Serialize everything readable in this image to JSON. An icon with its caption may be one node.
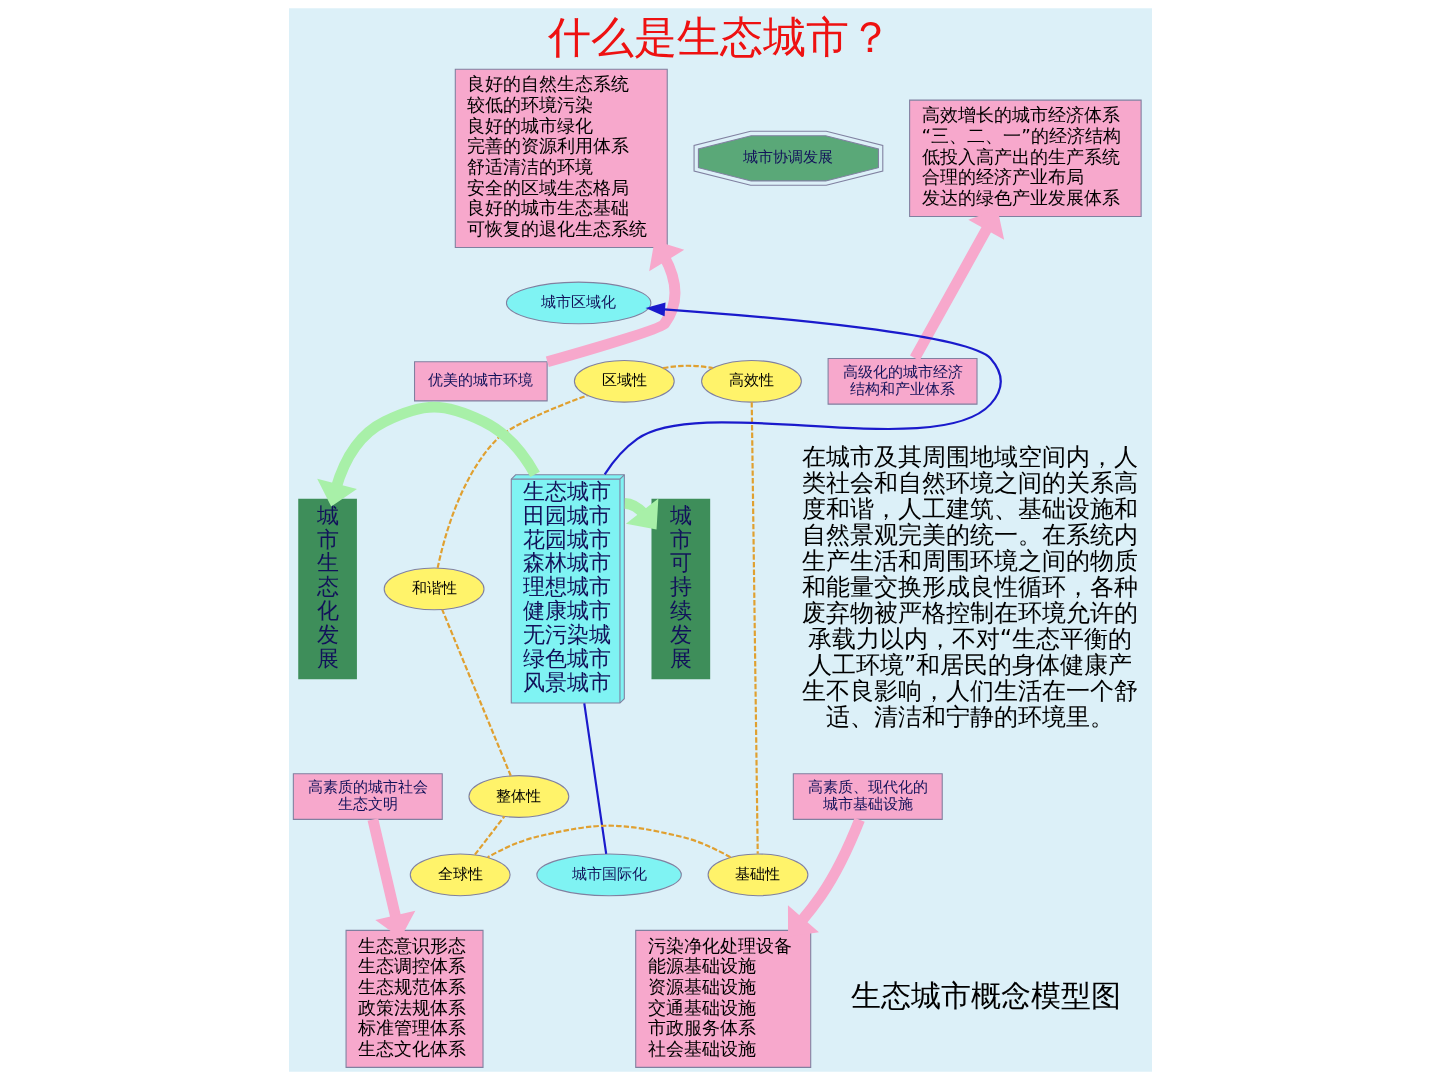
{
  "diagram": {
    "title": "什么是生态城市？",
    "caption": "生态城市概念模型图",
    "nodes": [
      {
        "text": [
          "良好的自然生态系统",
          "较低的环境污染",
          "良好的城市绿化",
          "完善的资源利用体系",
          "舒适清洁的环境",
          "安全的区域生态格局",
          "良好的城市生态基础",
          "可恢复的退化生态系统"
        ]
      },
      {
        "text": [
          "城市协调发展"
        ]
      },
      {
        "text": [
          "高效增长的城市经济体系",
          "“三、二、一”的经济结构",
          "低投入高产出的生产系统",
          "合理的经济产业布局",
          "发达的绿色产业发展体系"
        ]
      },
      {
        "text": [
          "城市区域化"
        ]
      },
      {
        "text": [
          "区域性"
        ]
      },
      {
        "text": [
          "高效性"
        ]
      },
      {
        "text": [
          "优美的城市环境"
        ]
      },
      {
        "text": [
          "高级化的城市经济结构和产业体系"
        ]
      },
      {
        "text": [
          "城市生态化发展"
        ]
      },
      {
        "text": [
          "和谐性"
        ]
      },
      {
        "text": [
          "生态城市",
          "田园城市",
          "花园城市",
          "森林城市",
          "理想城市",
          "健康城市",
          "无污染城",
          "绿色城市",
          "风景城市"
        ]
      },
      {
        "text": [
          "城市可持续发展"
        ]
      },
      {
        "text": [
          "高素质的城市社会生态文明"
        ]
      },
      {
        "text": [
          "高素质、现代化的城市基础设施"
        ]
      },
      {
        "text": [
          "整体性"
        ]
      },
      {
        "text": [
          "全球性"
        ]
      },
      {
        "text": [
          "城市国际化"
        ]
      },
      {
        "text": [
          "基础性"
        ]
      },
      {
        "text": [
          "生态意识形态",
          "生态调控体系",
          "生态规范体系",
          "政策法规体系",
          "标准管理体系",
          "生态文化体系"
        ]
      },
      {
        "text": [
          "污染净化处理设备",
          "能源基础设施",
          "资源基础设施",
          "交通基础设施",
          "市政服务体系",
          "社会基础设施"
        ]
      }
    ],
    "edges": [
      {
        "from": 6,
        "to": 0,
        "arrow": "to",
        "style": "thick",
        "color": "#f7a8cc"
      },
      {
        "from": 7,
        "to": 2,
        "arrow": "to",
        "style": "thick",
        "color": "#f7a8cc"
      },
      {
        "from": 10,
        "to": 3,
        "arrow": "to",
        "color": "#1a1acc"
      },
      {
        "from": 10,
        "to": 8,
        "arrow": "to",
        "style": "thick",
        "color": "#a8f0a8"
      },
      {
        "from": 10,
        "to": 11,
        "arrow": "to",
        "style": "thick",
        "color": "#a8f0a8"
      },
      {
        "from": 12,
        "to": 18,
        "arrow": "to",
        "style": "thick",
        "color": "#f7a8cc"
      },
      {
        "from": 13,
        "to": 19,
        "arrow": "to",
        "style": "thick",
        "color": "#f7a8cc"
      },
      {
        "from": 10,
        "to": 16,
        "arrow": "none",
        "color": "#1a1acc"
      },
      {
        "from": 4,
        "to": 5,
        "arrow": "none",
        "style": "dashed",
        "color": "#e0a030"
      },
      {
        "from": 5,
        "to": 17,
        "arrow": "none",
        "style": "dashed",
        "color": "#e0a030"
      },
      {
        "from": 17,
        "to": 15,
        "arrow": "none",
        "style": "dashed",
        "color": "#e0a030"
      },
      {
        "from": 15,
        "to": 14,
        "arrow": "none",
        "style": "dashed",
        "color": "#e0a030"
      },
      {
        "from": 14,
        "to": 9,
        "arrow": "none",
        "style": "dashed",
        "color": "#e0a030"
      },
      {
        "from": 9,
        "to": 4,
        "arrow": "none",
        "style": "dashed",
        "color": "#e0a030"
      }
    ],
    "labels": [
      "在城市及其周围地域空间内，人类社会和自然环境之间的关系高度和谐，人工建筑、基础设施和自然景观完美的统一。在系统内生产生活和周围环境之间的物质和能量交换形成良性循环，各种废弃物被严格控制在环境允许的承载力以内，不对“生态平衡的人工环境”和居民的身体健康产生不良影响，人们生活在一个舒适、清洁和宁静的环境里。"
    ]
  }
}
